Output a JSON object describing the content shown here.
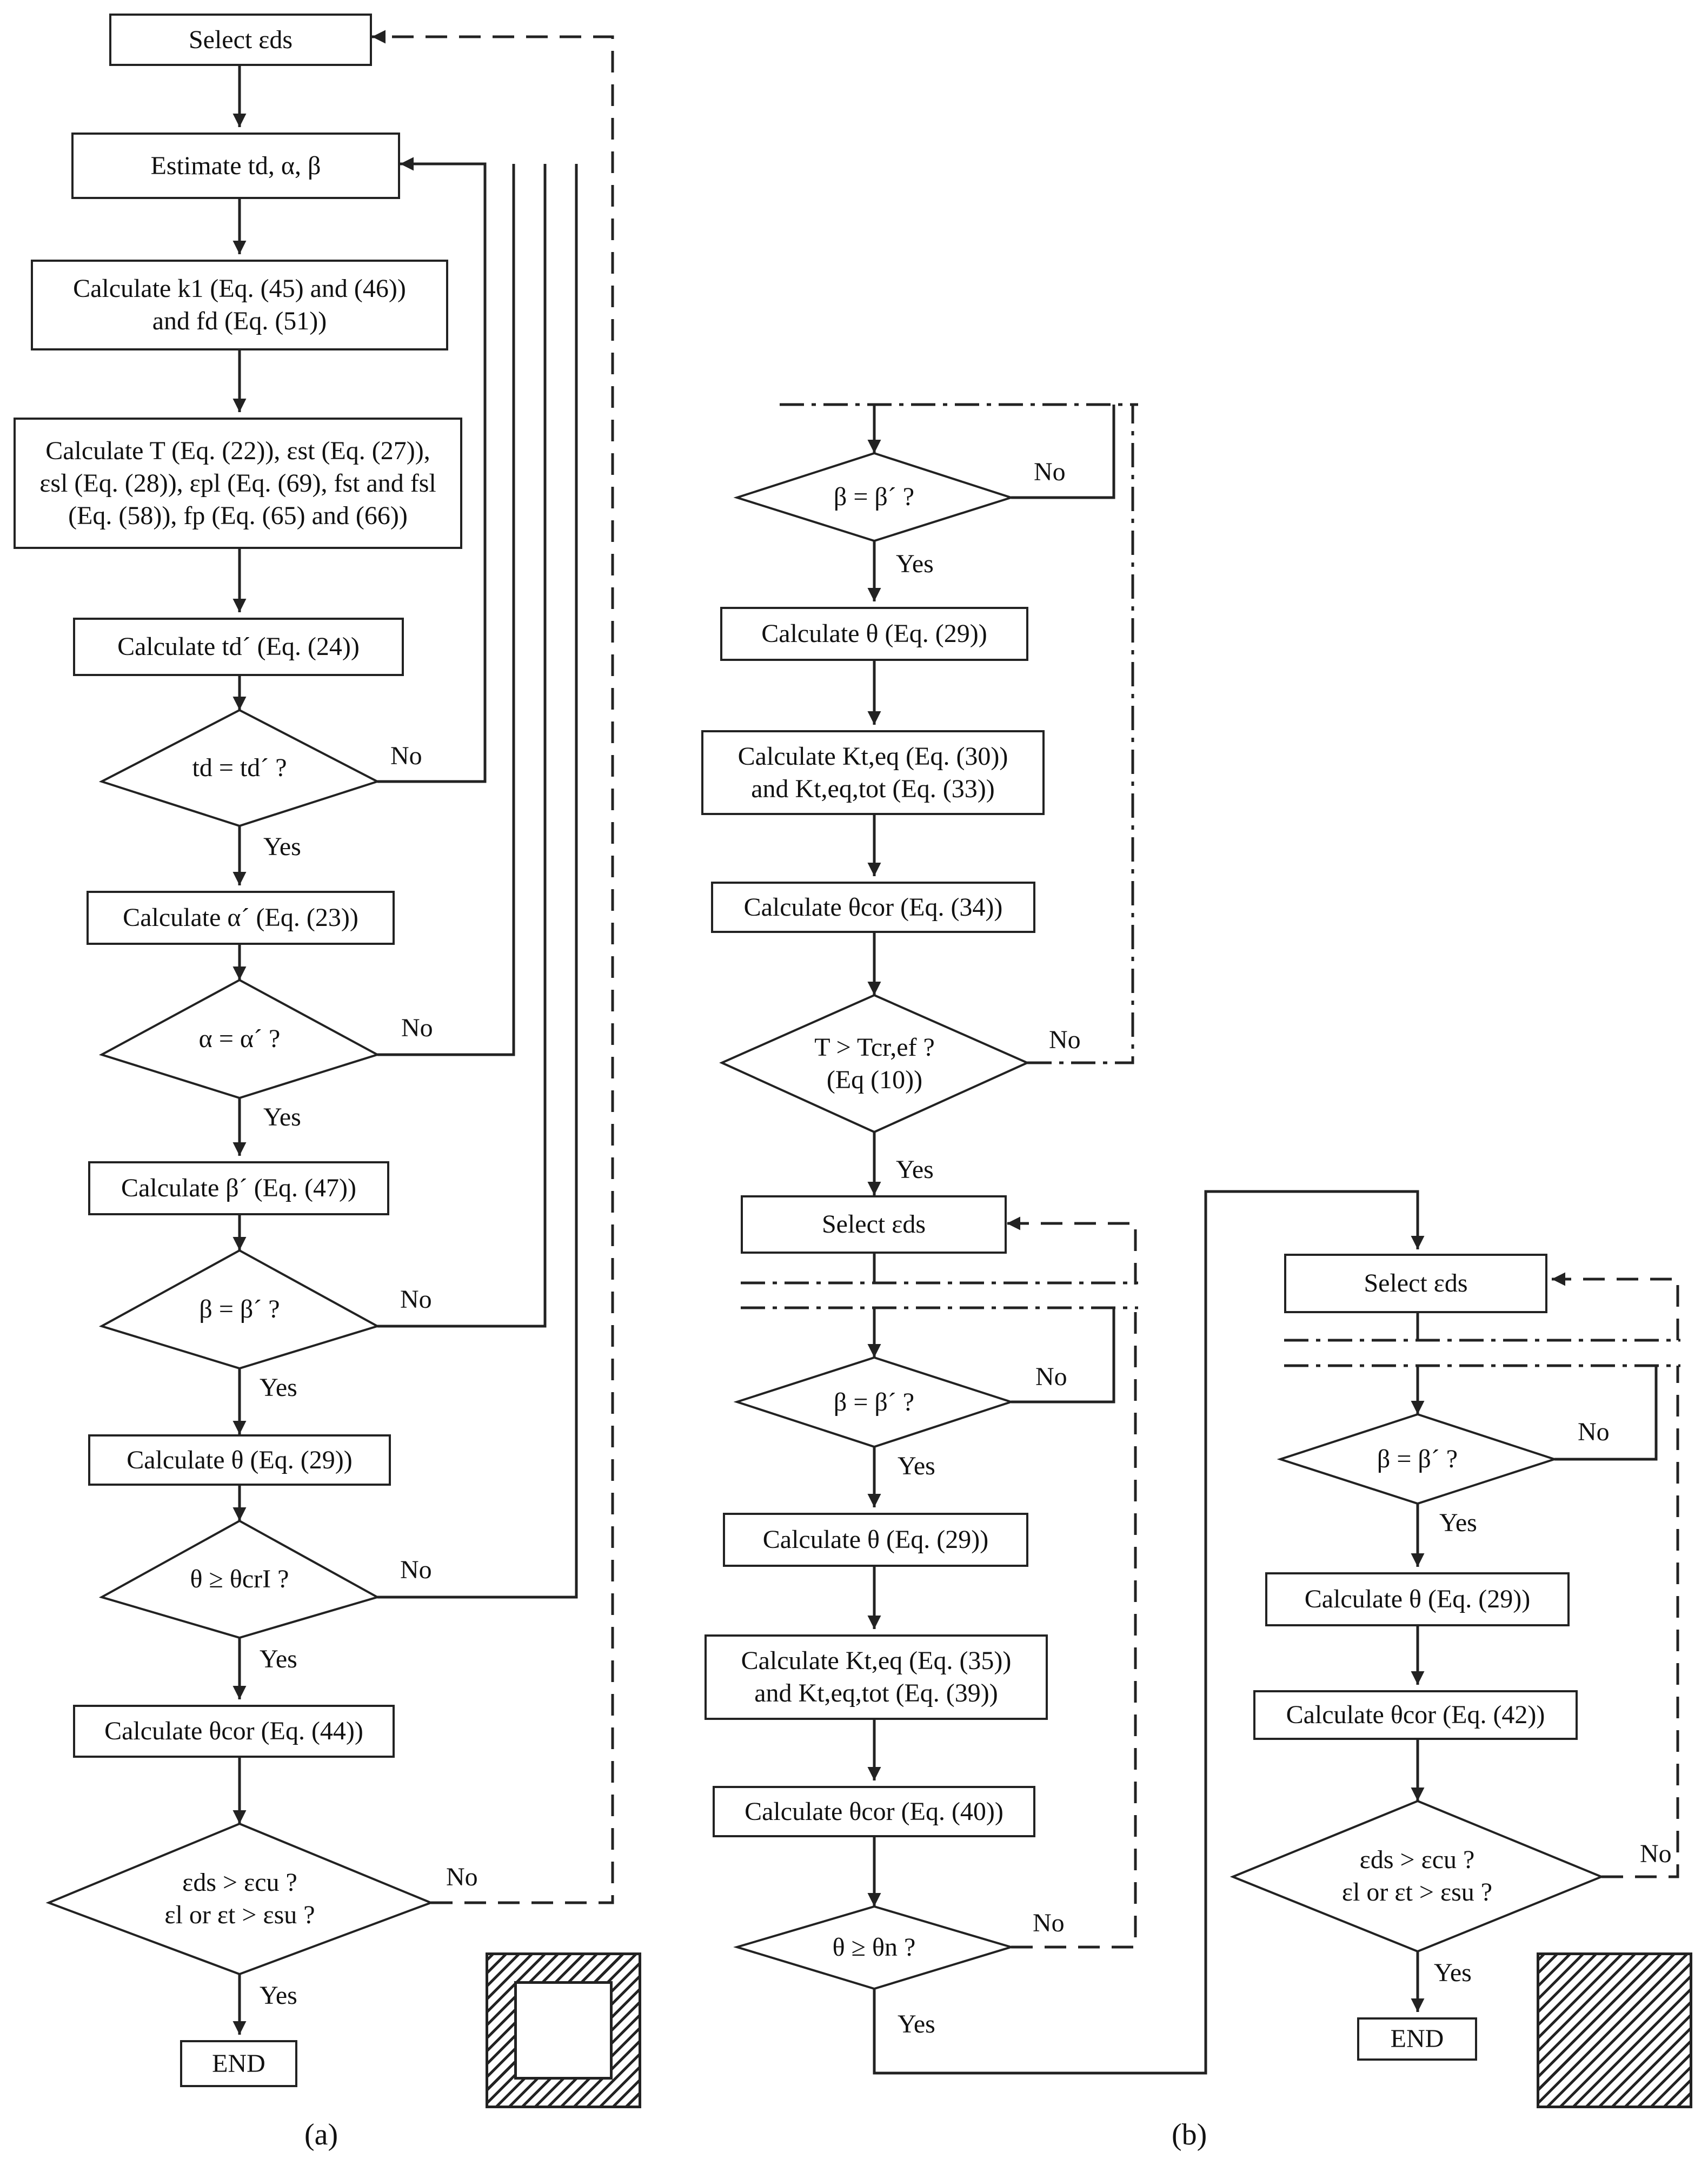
{
  "a": {
    "caption": "(a)",
    "select": "Select εds",
    "estimate": "Estimate td, α, β",
    "k1_line1": "Calculate k1 (Eq. (45) and (46))",
    "k1_line2": "and fd (Eq. (51))",
    "T_line1": "Calculate T (Eq. (22)), εst (Eq. (27)),",
    "T_line2": "εsl (Eq. (28)), εpl (Eq. (69), fst and fsl",
    "T_line3": "(Eq. (58)), fp (Eq. (65) and (66))",
    "td": "Calculate td´ (Eq. (24))",
    "td_check": "td = td´ ?",
    "alpha": "Calculate α´ (Eq. (23))",
    "alpha_check": "α = α´ ?",
    "beta": "Calculate β´ (Eq. (47))",
    "beta_check": "β = β´ ?",
    "theta": "Calculate θ (Eq. (29))",
    "theta_check": "θ ≥ θcrI ?",
    "theta_cor": "Calculate θcor (Eq. (44))",
    "final_line1": "εds > εcu ?",
    "final_line2": "εl or εt > εsu ?",
    "end": "END"
  },
  "b": {
    "caption": "(b)",
    "beta_check_1": "β = β´ ?",
    "theta_1": "Calculate θ (Eq. (29))",
    "kteq_1_line1": "Calculate Kt,eq (Eq. (30))",
    "kteq_1_line2": "and Kt,eq,tot (Eq. (33))",
    "theta_cor_1": "Calculate θcor (Eq. (34))",
    "T_check_line1": "T > Tcr,ef ?",
    "T_check_line2": "(Eq (10))",
    "select_2": "Select εds",
    "beta_check_2": "β = β´ ?",
    "theta_2": "Calculate θ (Eq. (29))",
    "kteq_2_line1": "Calculate Kt,eq (Eq. (35))",
    "kteq_2_line2": "and Kt,eq,tot (Eq. (39))",
    "theta_cor_2": "Calculate θcor (Eq. (40))",
    "theta_n_check": "θ ≥ θn ?",
    "select_3": "Select εds",
    "beta_check_3": "β = β´ ?",
    "theta_3": "Calculate θ (Eq. (29))",
    "theta_cor_3": "Calculate θcor (Eq. (42))",
    "final_line1": "εds > εcu ?",
    "final_line2": "εl or εt > εsu ?",
    "end": "END"
  },
  "labels": {
    "yes": "Yes",
    "no": "No"
  }
}
